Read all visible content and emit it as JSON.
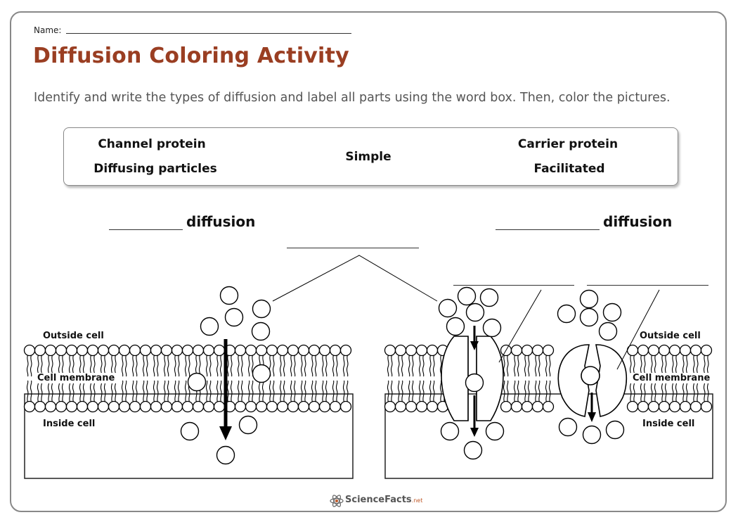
{
  "header": {
    "name_label": "Name:",
    "title": "Diffusion Coloring Activity",
    "instructions": "Identify and write the types of diffusion and label all parts using the word box. Then, color the pictures."
  },
  "word_box": {
    "words": [
      "Channel protein",
      "Diffusing particles",
      "Simple",
      "Carrier protein",
      "Facilitated"
    ]
  },
  "left_diagram": {
    "type_suffix": "diffusion",
    "outside_label": "Outside cell",
    "membrane_label": "Cell membrane",
    "inside_label": "Inside cell"
  },
  "right_diagram": {
    "type_suffix": "diffusion",
    "outside_label": "Outside cell",
    "membrane_label": "Cell membrane",
    "inside_label": "Inside cell"
  },
  "footer": {
    "brand": "ScienceFacts",
    "brand_suffix": ".net"
  },
  "colors": {
    "title": "#9a3e22",
    "border": "#888888",
    "ink": "#111111"
  }
}
